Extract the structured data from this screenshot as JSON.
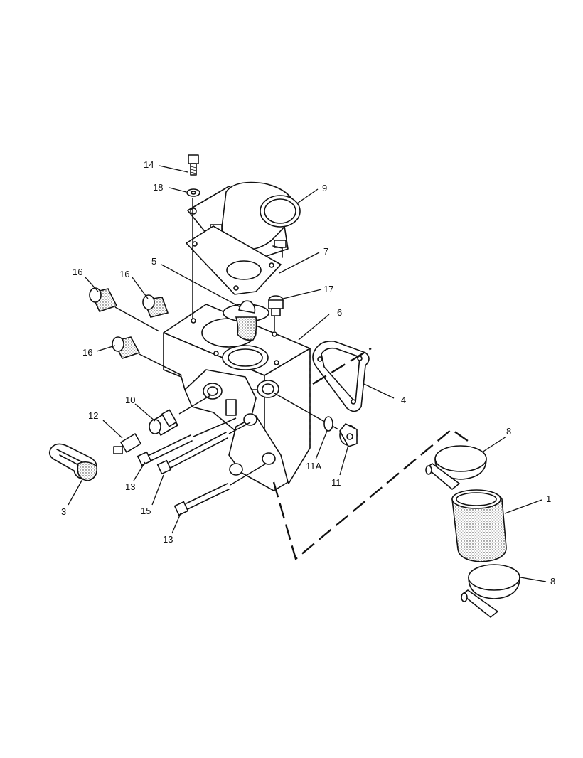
{
  "callouts": {
    "c14": "14",
    "c18": "18",
    "c9": "9",
    "c7": "7",
    "c5": "5",
    "c17": "17",
    "c16a": "16",
    "c16b": "16",
    "c16c": "16",
    "c6": "6",
    "c4": "4",
    "c10": "10",
    "c12": "12",
    "c8a": "8",
    "c8b": "8",
    "c1": "1",
    "c11a": "11A",
    "c11": "11",
    "c13a": "13",
    "c13b": "13",
    "c15": "15",
    "c3": "3"
  }
}
